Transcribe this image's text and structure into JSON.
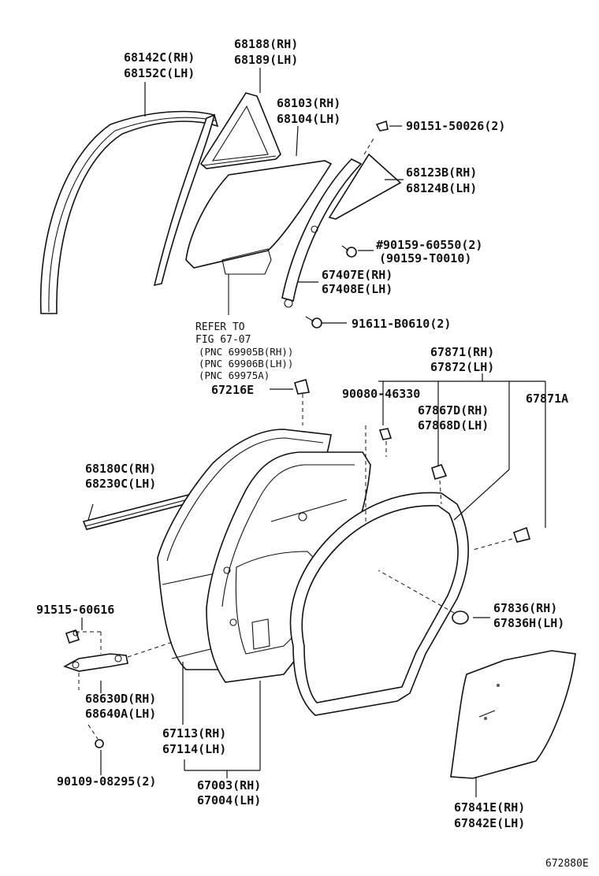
{
  "labels": {
    "p68142c": "68142C(RH)",
    "p68152c": "68152C(LH)",
    "p68188": "68188(RH)",
    "p68189": "68189(LH)",
    "p68103": "68103(RH)",
    "p68104": "68104(LH)",
    "p90151": "90151-50026(2)",
    "p68123b": "68123B(RH)",
    "p68124b": "68124B(LH)",
    "p90159a": "#90159-60550(2)",
    "p90159b": "(90159-T0010)",
    "p67407e": "67407E(RH)",
    "p67408e": "67408E(LH)",
    "p91611": "91611-B0610(2)",
    "ref1": "REFER TO",
    "ref2": "FIG 67-07",
    "ref3": "(PNC 69905B(RH))",
    "ref4": "(PNC 69906B(LH))",
    "ref5": "(PNC 69975A)",
    "p67871": "67871(RH)",
    "p67872": "67872(LH)",
    "p67216e": "67216E",
    "p90080": "90080-46330",
    "p67867d": "67867D(RH)",
    "p67868d": "67868D(LH)",
    "p67871a": "67871A",
    "p68180c": "68180C(RH)",
    "p68230c": "68230C(LH)",
    "p91515": "91515-60616",
    "p67836": "67836(RH)",
    "p67836h": "67836H(LH)",
    "p68630d": "68630D(RH)",
    "p68640a": "68640A(LH)",
    "p67113": "67113(RH)",
    "p67114": "67114(LH)",
    "p90109": "90109-08295(2)",
    "p67003": "67003(RH)",
    "p67004": "67004(LH)",
    "p67841e": "67841E(RH)",
    "p67842e": "67842E(LH)",
    "figcode": "672880E"
  }
}
